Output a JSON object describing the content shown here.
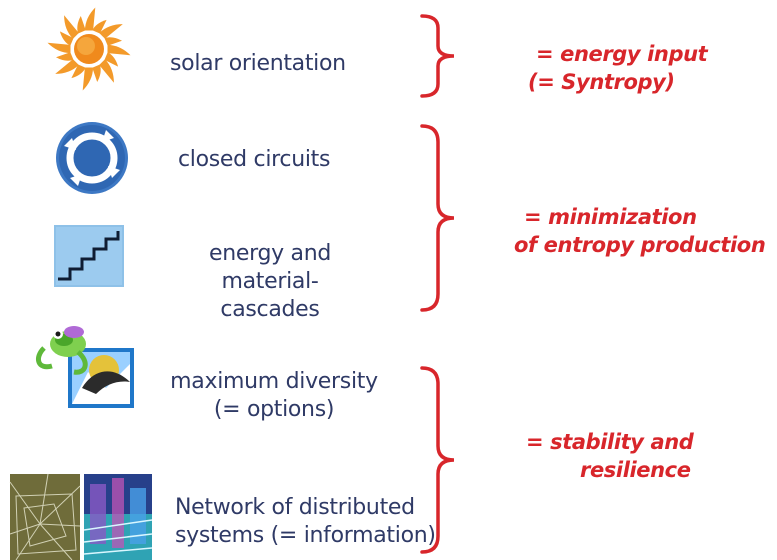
{
  "items": [
    {
      "icon": "sun-icon",
      "lines": [
        "solar orientation"
      ]
    },
    {
      "icon": "circular-arrows-icon",
      "lines": [
        "closed circuits"
      ]
    },
    {
      "icon": "staircase-icon",
      "lines": [
        "energy and material-",
        "cascades"
      ]
    },
    {
      "icon": "frog-diversity-icon",
      "lines": [
        "maximum diversity",
        "(= options)"
      ]
    },
    {
      "icon": "network-photo-icon",
      "lines": [
        "Network of distributed",
        "systems (= information)"
      ]
    }
  ],
  "groups": [
    {
      "lines": [
        "= energy input",
        "(= Syntropy)"
      ]
    },
    {
      "lines": [
        "= minimization",
        "of entropy production"
      ]
    },
    {
      "lines": [
        "= stability  and",
        "resilience"
      ]
    }
  ],
  "colors": {
    "label": "#2f3a66",
    "accent": "#d8262b",
    "brace": "#d8262b"
  }
}
